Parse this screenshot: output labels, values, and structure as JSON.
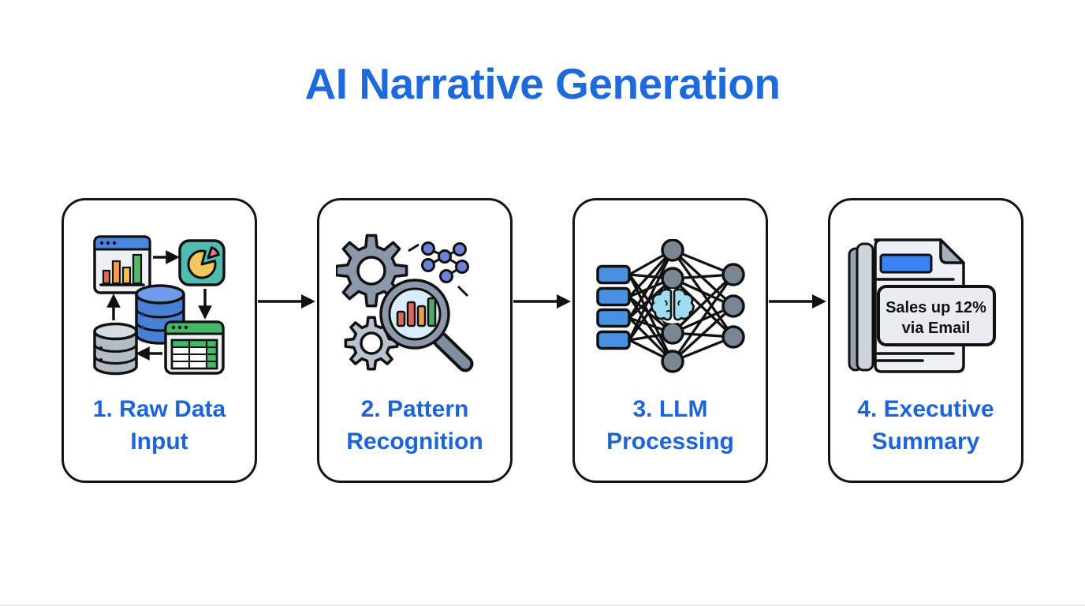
{
  "title": "AI Narrative Generation",
  "colors": {
    "title_blue": "#1e6ada",
    "label_blue": "#1d64d8",
    "card_border": "#141414",
    "arrow_black": "#111111",
    "browser_header_blue": "#4a86e0",
    "bar_red": "#e06a5a",
    "bar_orange": "#ef9f4e",
    "bar_yellow": "#f2c14e",
    "bar_green": "#53b96a",
    "pie_teal_bg": "#4fbcb0",
    "pie_yellow": "#f2c75c",
    "pie_red": "#e87d7d",
    "table_green": "#45b868",
    "db_blue": "#4a7fd6",
    "db_blue_top": "#6f9ce8",
    "db_gray": "#b4bcc4",
    "gear_dark": "#8b98a9",
    "gear_light": "#b9c4d1",
    "lens_blue": "#d8edfa",
    "cluster_dot_blue": "#6e80d8",
    "token_blue": "#4a90e2",
    "node_gray": "#7a8694",
    "brain_blue": "#9fdcef",
    "paper_gray": "#eef1f6",
    "doc_header_blue": "#3b82f6"
  },
  "steps": [
    {
      "id": 1,
      "label": "1. Raw Data Input",
      "icon": "raw-data-icon"
    },
    {
      "id": 2,
      "label": "2. Pattern Recognition",
      "icon": "pattern-recognition-icon"
    },
    {
      "id": 3,
      "label": "3. LLM Processing",
      "icon": "llm-processing-icon"
    },
    {
      "id": 4,
      "label": "4. Executive Summary",
      "icon": "executive-summary-icon",
      "callout": {
        "line1": "Sales up 12%",
        "line2": "via Email"
      }
    }
  ],
  "connectors": [
    {
      "from": "1. Raw Data Input",
      "to": "2. Pattern Recognition",
      "type": "arrow-right"
    },
    {
      "from": "2. Pattern Recognition",
      "to": "3. LLM Processing",
      "type": "arrow-right"
    },
    {
      "from": "3. LLM Processing",
      "to": "4. Executive Summary",
      "type": "arrow-right"
    }
  ]
}
